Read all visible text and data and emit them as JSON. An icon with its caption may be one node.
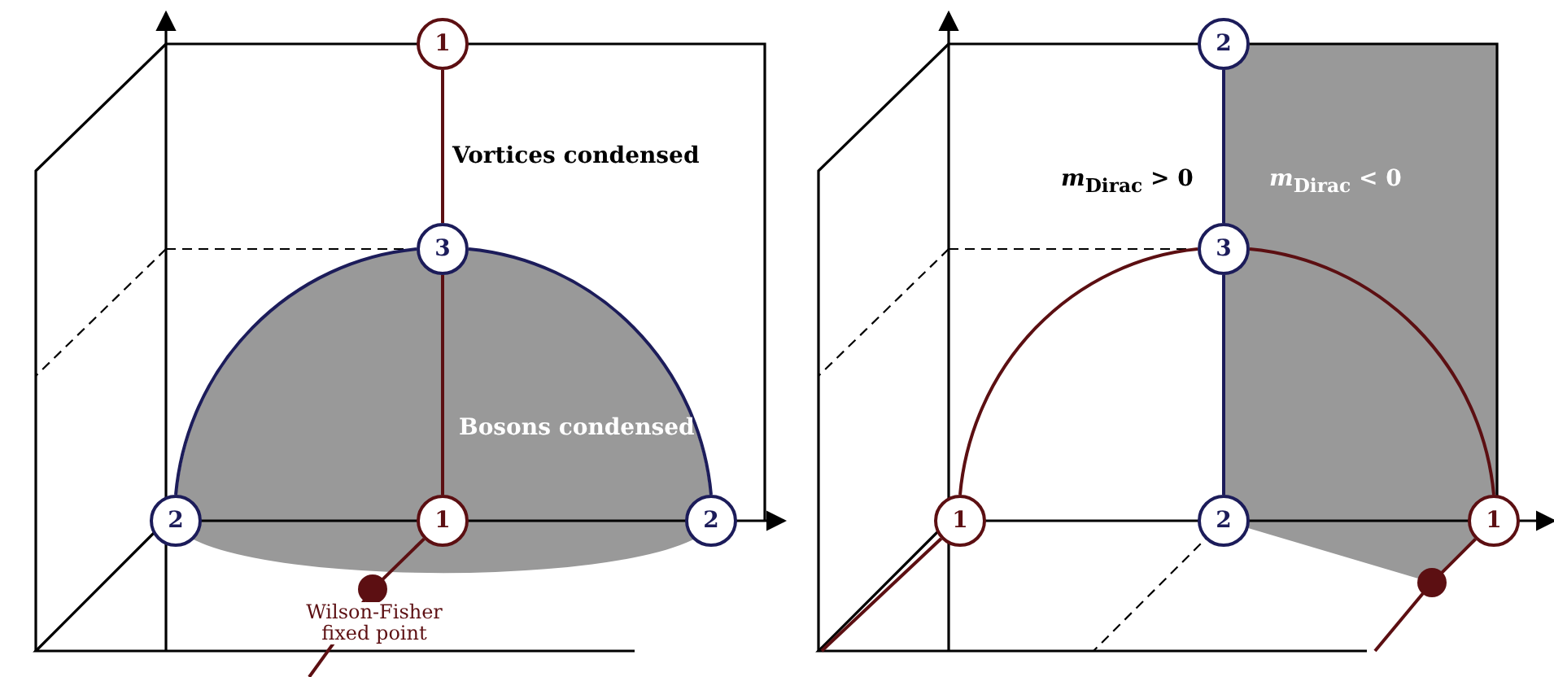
{
  "diagram": {
    "nodes": [
      {
        "text": [
          "1"
        ]
      },
      {
        "text": [
          "3"
        ]
      },
      {
        "text": [
          "2"
        ]
      },
      {
        "text": [
          "1"
        ]
      },
      {
        "text": [
          "2"
        ]
      },
      {
        "text": [],
        "shape": "circle",
        "beside": [
          "Wilson-Fisher fixed point"
        ]
      },
      {
        "text": [
          "2"
        ]
      },
      {
        "text": [
          "3"
        ]
      },
      {
        "text": [
          "1"
        ]
      },
      {
        "text": [
          "2"
        ]
      },
      {
        "text": [
          "1"
        ]
      },
      {
        "text": [],
        "shape": "circle"
      }
    ],
    "edges": [
      {
        "from": 0,
        "to": 1,
        "arrow": "none"
      },
      {
        "from": 1,
        "to": 3,
        "arrow": "none"
      },
      {
        "from": 2,
        "to": 1,
        "arrow": "none",
        "color": "#1c1c5a"
      },
      {
        "from": 1,
        "to": 4,
        "arrow": "none",
        "color": "#1c1c5a"
      },
      {
        "from": 3,
        "to": 5,
        "arrow": "none"
      },
      {
        "from": 5,
        "to": null,
        "arrow": "none"
      },
      {
        "from": 6,
        "to": 7,
        "arrow": "none",
        "color": "#1c1c5a"
      },
      {
        "from": 7,
        "to": 9,
        "arrow": "none",
        "color": "#1c1c5a"
      },
      {
        "from": 8,
        "to": 7,
        "arrow": "none"
      },
      {
        "from": 7,
        "to": 10,
        "arrow": "none"
      },
      {
        "from": 10,
        "to": 11,
        "arrow": "none"
      },
      {
        "from": 11,
        "to": null,
        "arrow": "none"
      },
      {
        "from": 8,
        "to": null,
        "arrow": "none"
      }
    ],
    "labels": [
      "Vortices condensed",
      "Bosons condensed",
      "*m*$_{Dirac}$ > 0",
      "*m*$_{Dirac}$ < 0"
    ]
  }
}
